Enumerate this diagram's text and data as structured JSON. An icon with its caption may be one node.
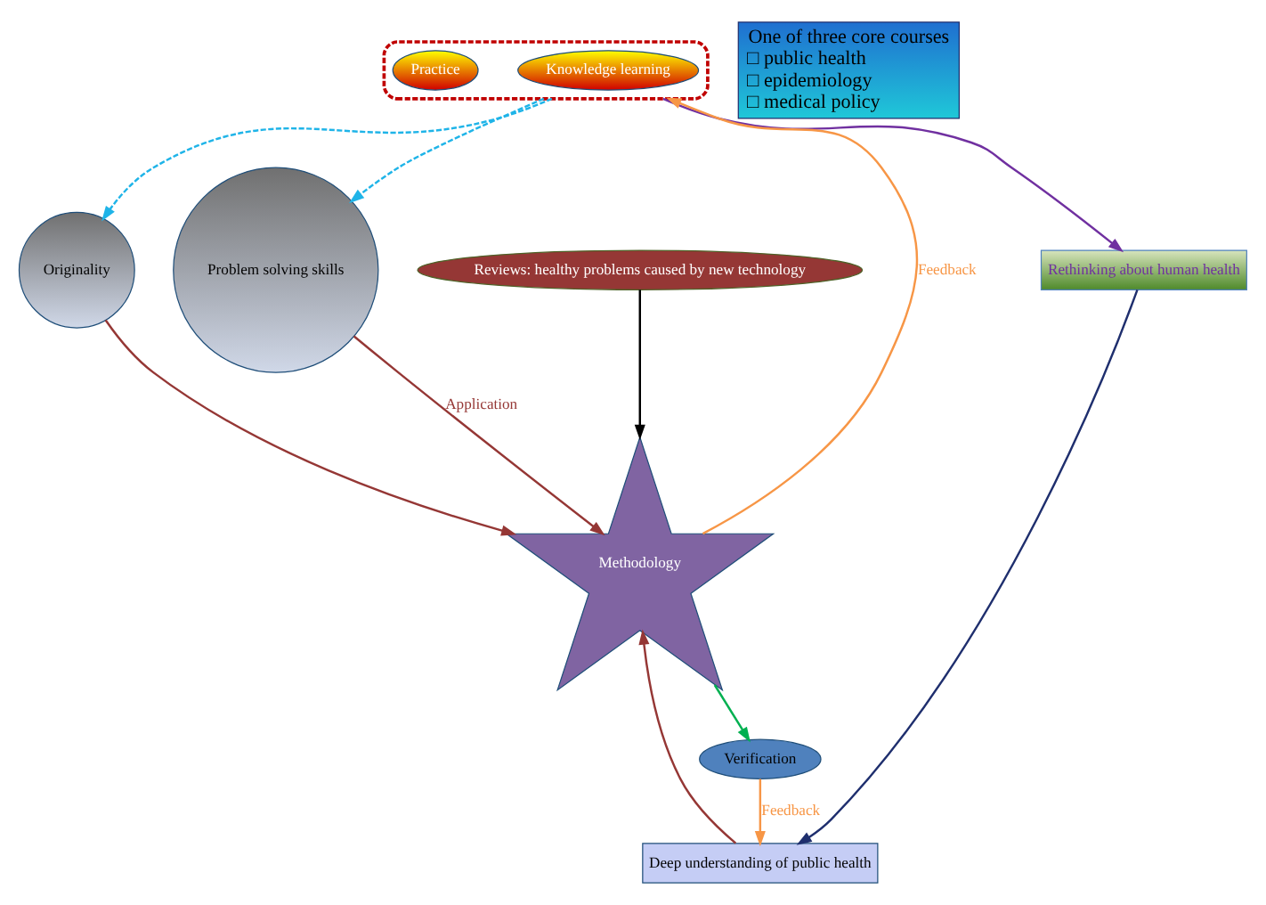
{
  "diagram": {
    "nodes": [
      {
        "text": [
          "Reviews: healthy problems caused by new technology"
        ]
      },
      {
        "text": [
          "One of three core courses",
          "□ public health",
          "□ epidemiology",
          "□ medical policy"
        ]
      },
      {
        "text": [],
        "shape": "ellipse"
      },
      {
        "text": [
          "Knowledge learning"
        ],
        "in": 2
      },
      {
        "text": [
          "Practice"
        ],
        "in": 2
      },
      {
        "text": [
          "Methodology"
        ]
      },
      {
        "text": [
          "Originality"
        ]
      },
      {
        "text": [
          "Problem solving skills"
        ]
      },
      {
        "text": [
          "Rethinking about human health"
        ]
      },
      {
        "text": [
          "Verification"
        ]
      },
      {
        "text": [
          "Deep understanding of public health"
        ]
      }
    ],
    "edges": [
      {
        "from": 0,
        "to": 5,
        "arrow": "to",
        "color": "#000000"
      },
      {
        "from": 5,
        "to": 2,
        "arrow": "to",
        "label": "Feedback",
        "color": "#f79646"
      },
      {
        "from": 2,
        "to": 6,
        "arrow": "to",
        "style": "dashed",
        "color": "#1fb4e8"
      },
      {
        "from": 2,
        "to": 7,
        "arrow": "to",
        "style": "dashed",
        "color": "#1fb4e8"
      },
      {
        "from": 6,
        "to": 5,
        "arrow": "to",
        "color": "#953735"
      },
      {
        "from": 7,
        "to": 5,
        "arrow": "to",
        "label": "Application",
        "color": "#953735"
      },
      {
        "from": 10,
        "to": 5,
        "arrow": "to",
        "color": "#953735"
      },
      {
        "from": 2,
        "to": 8,
        "arrow": "to",
        "color": "#7030a0"
      },
      {
        "from": 5,
        "to": 9,
        "arrow": "to",
        "color": "#00b050"
      },
      {
        "from": 8,
        "to": 10,
        "arrow": "to",
        "color": "#1f2f6e"
      },
      {
        "from": 9,
        "to": 10,
        "arrow": "to",
        "label": "Feedback",
        "color": "#f79646"
      }
    ]
  }
}
